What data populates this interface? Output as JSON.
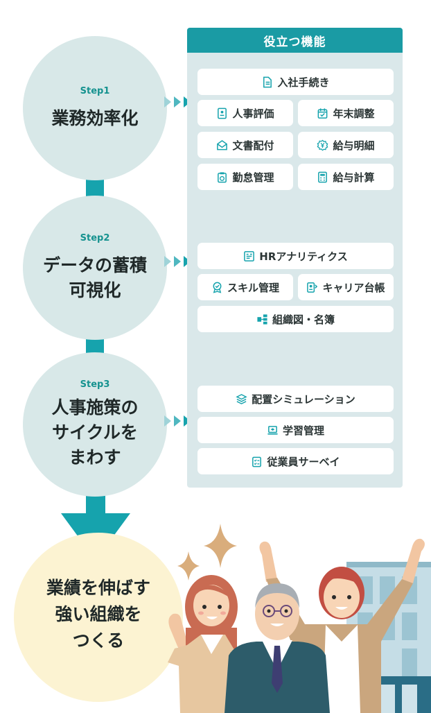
{
  "panel": {
    "title": "役立つ機能",
    "features": [
      {
        "label": "入社手続き",
        "icon": "document-icon"
      },
      {
        "label": "人事評価",
        "icon": "evaluation-icon"
      },
      {
        "label": "年末調整",
        "icon": "calendar-check-icon"
      },
      {
        "label": "文書配付",
        "icon": "mail-icon"
      },
      {
        "label": "給与明細",
        "icon": "yen-badge-icon"
      },
      {
        "label": "勤怠管理",
        "icon": "timecard-icon"
      },
      {
        "label": "給与計算",
        "icon": "calculator-icon"
      },
      {
        "label": "HRアナリティクス",
        "icon": "dashboard-icon"
      },
      {
        "label": "スキル管理",
        "icon": "medal-icon"
      },
      {
        "label": "キャリア台帳",
        "icon": "career-ledger-icon"
      },
      {
        "label": "組織図・名簿",
        "icon": "org-chart-icon"
      },
      {
        "label": "配置シミュレーション",
        "icon": "layers-icon"
      },
      {
        "label": "学習管理",
        "icon": "laptop-learning-icon"
      },
      {
        "label": "従業員サーベイ",
        "icon": "checklist-icon"
      }
    ]
  },
  "steps": [
    {
      "label": "Step1",
      "title": "業務効率化"
    },
    {
      "label": "Step2",
      "title": "データの蓄積\n可視化"
    },
    {
      "label": "Step3",
      "title": "人事施策の\nサイクルを\nまわす"
    }
  ],
  "goal": {
    "title": "業績を伸ばす\n強い組織を\nつくる"
  },
  "colors": {
    "teal": "#1a9ba4",
    "panel_bg": "#dae8ea",
    "step_circle": "#d8e8e8",
    "goal_circle": "#fcf3d2"
  }
}
